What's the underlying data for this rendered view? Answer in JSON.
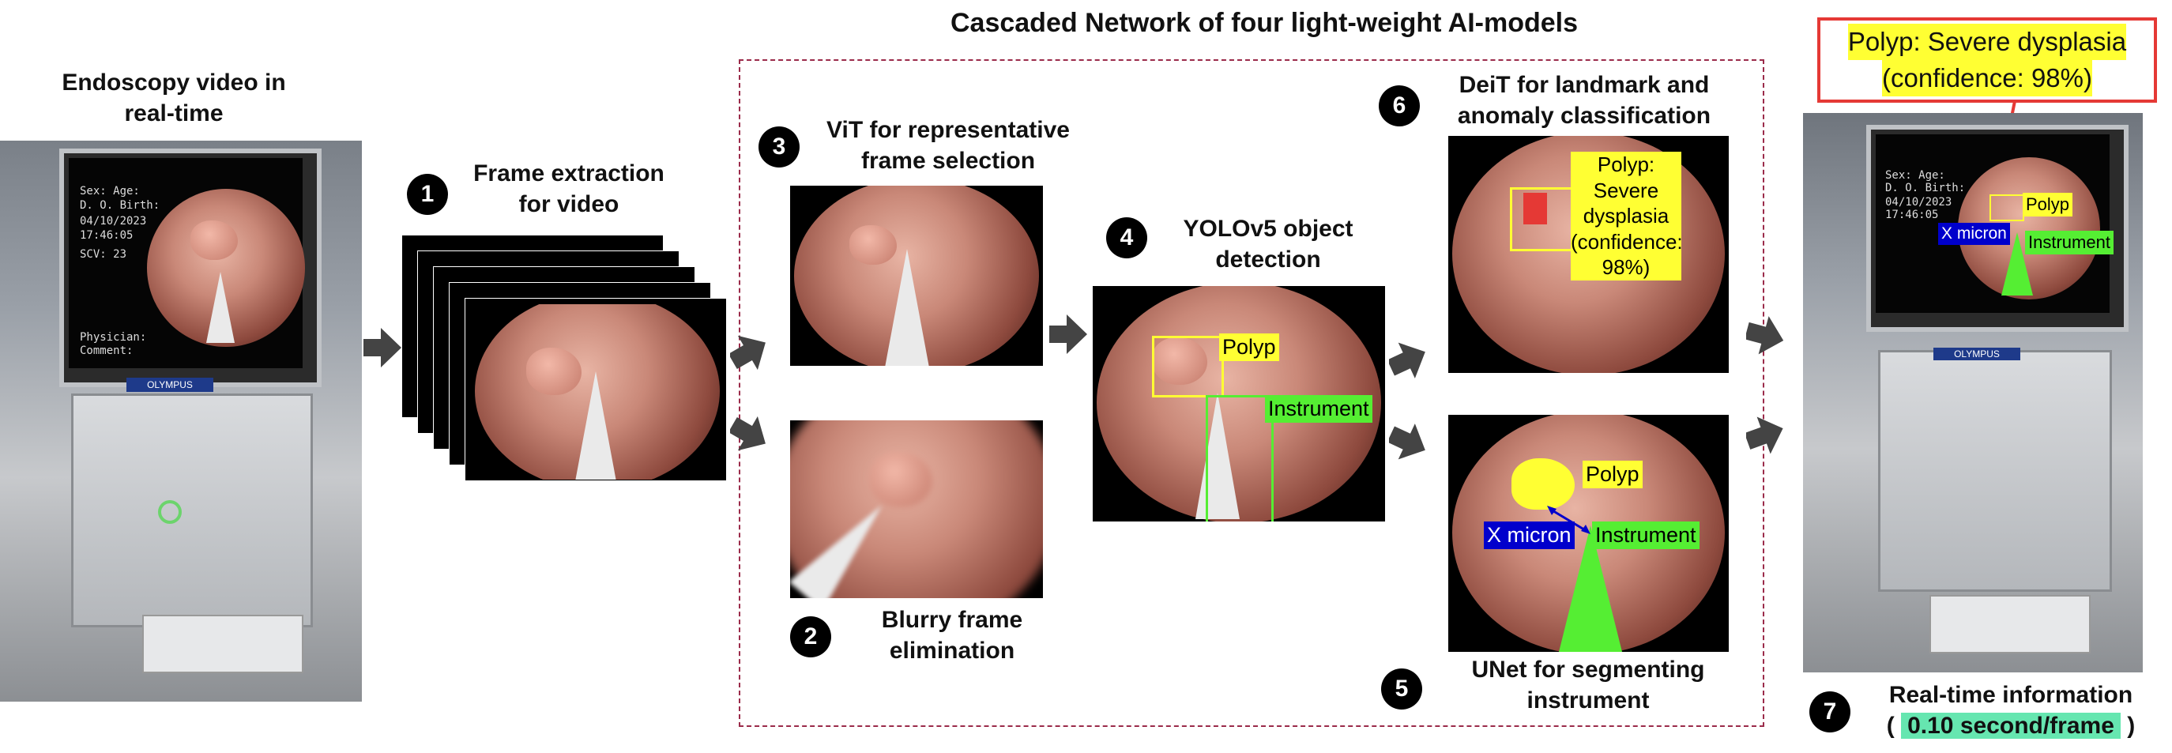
{
  "title": "Cascaded Network of four light-weight AI-models",
  "input": {
    "label_line1": "Endoscopy video in",
    "label_line2": "real-time"
  },
  "steps": {
    "s1": {
      "num": "1",
      "line1": "Frame extraction",
      "line2": "for video"
    },
    "s2": {
      "num": "2",
      "line1": "Blurry frame",
      "line2": "elimination"
    },
    "s3": {
      "num": "3",
      "line1": "ViT for representative",
      "line2": "frame selection"
    },
    "s4": {
      "num": "4",
      "line1": "YOLOv5 object",
      "line2": "detection"
    },
    "s5": {
      "num": "5",
      "line1": "UNet for segmenting",
      "line2": "instrument"
    },
    "s6": {
      "num": "6",
      "line1": "DeiT for landmark and",
      "line2": "anomaly classification"
    },
    "s7": {
      "num": "7",
      "line1": "Real-time information",
      "line2_open": "(",
      "line2_value": "0.10 second/frame",
      "line2_close": ")"
    }
  },
  "detection_labels": {
    "polyp": "Polyp",
    "instrument": "Instrument",
    "micron": "X micron"
  },
  "classification": {
    "line1": "Polyp: Severe",
    "line2": "dysplasia",
    "line3": "(confidence:",
    "line4": "98%)"
  },
  "output_callout": {
    "line1": "Polyp: Severe dysplasia",
    "line2": "(confidence: 98%)"
  },
  "monitor": {
    "sex_age": "Sex:   Age:",
    "birth": "D. O. Birth:",
    "date": "04/10/2023",
    "time": "17:46:05",
    "scv": "SCV:  23",
    "physician": "Physician:",
    "comment": "Comment:",
    "brand": "OLYMPUS"
  },
  "colors": {
    "yellow": "#ffff33",
    "green": "#55ee33",
    "blue": "#0000cc",
    "red": "#e53935",
    "teal_highlight": "#66e6b0"
  }
}
